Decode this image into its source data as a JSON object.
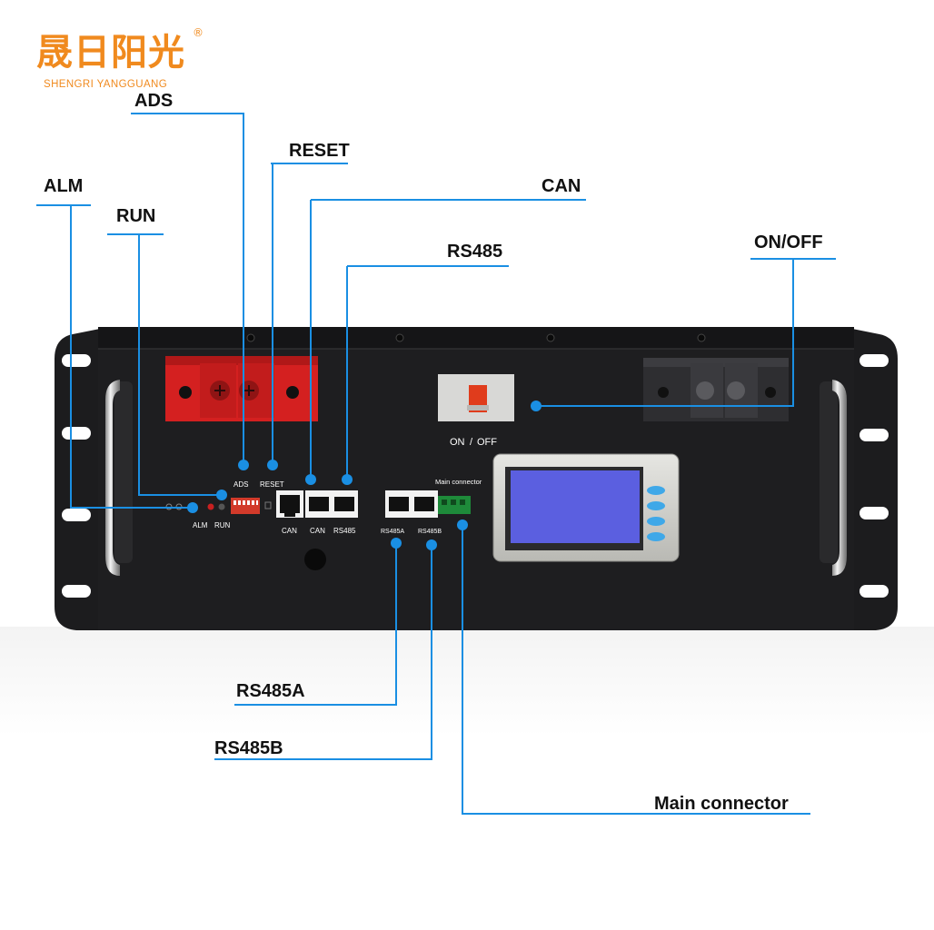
{
  "brand": {
    "name_cn": "晟日阳光",
    "name_en": "SHENGRI YANGGUANG",
    "registered_mark": "®",
    "color": "#f08a1e"
  },
  "callouts": {
    "ads": "ADS",
    "reset": "RESET",
    "alm": "ALM",
    "run": "RUN",
    "can": "CAN",
    "rs485": "RS485",
    "on_off": "ON/OFF",
    "rs485a": "RS485A",
    "rs485b": "RS485B",
    "main_connector": "Main connector"
  },
  "panel_labels": {
    "ads": "ADS",
    "reset": "RESET",
    "alm": "ALM",
    "run": "RUN",
    "can_1": "CAN",
    "can_2": "CAN",
    "rs485": "RS485",
    "rs485a": "RS485A",
    "rs485b": "RS485B",
    "main_connector": "Main connector",
    "switch_on": "ON",
    "switch_off": "OFF"
  },
  "colors": {
    "leader_line": "#1a8fe3",
    "panel": "#1e1e20",
    "positive_terminal": "#d42020",
    "negative_terminal": "#2a2a2c",
    "lcd_screen": "#5b5fe0"
  }
}
